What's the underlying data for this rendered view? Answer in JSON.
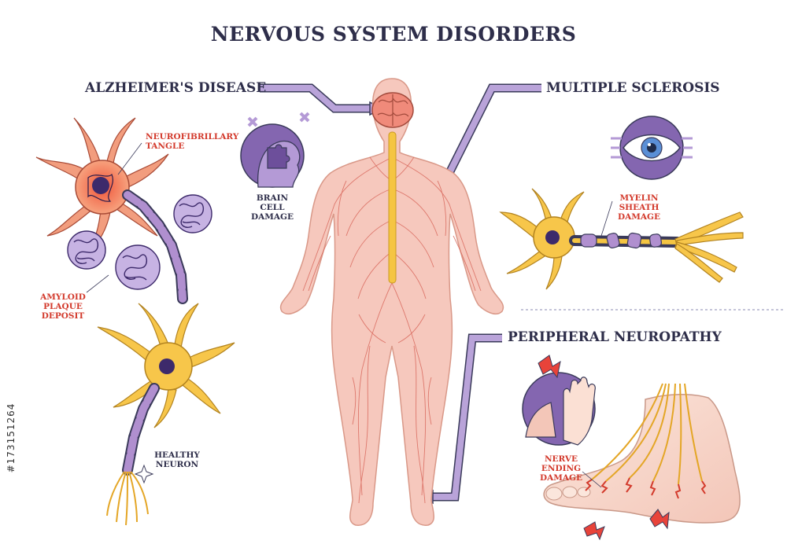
{
  "title": "NERVOUS SYSTEM DISORDERS",
  "sections": {
    "alzheimers": "ALZHEIMER'S DISEASE",
    "ms": "MULTIPLE SCLEROSIS",
    "neuropathy": "PERIPHERAL NEUROPATHY"
  },
  "labels": {
    "tangle": "NEUROFIBRILLARY TANGLE",
    "plaque": "AMYLOID PLAQUE DEPOSIT",
    "healthy": "HEALTHY NEURON",
    "brain_damage": "BRAIN CELL DAMAGE",
    "myelin": "MYELIN SHEATH DAMAGE",
    "nerve_ending": "NERVE ENDING DAMAGE"
  },
  "stock_id": "#173151264",
  "colors": {
    "title": "#2e2e4a",
    "arrow": "#8d71b3",
    "body": "#f6c8bd",
    "nerve": "#d96a5e",
    "spine": "#f5c542",
    "damage_label": "#d33a2c",
    "damaged_neuron": "#f29d7e",
    "healthy_neuron": "#f7c64a",
    "axon_segment": "#b08fcf",
    "icon_circle": "#8466b0"
  }
}
